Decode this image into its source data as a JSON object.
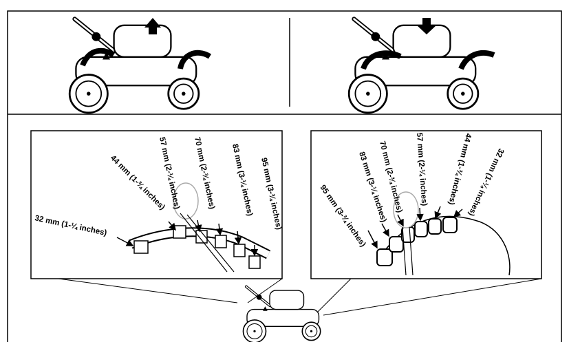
{
  "left_panel": {
    "labels": [
      "32 mm (1-¼ inches)",
      "44 mm (1-¾ inches)",
      "57 mm (2-¼ inches)",
      "70 mm (2-¾ inches)",
      "83 mm (3-¼ inches)",
      "95 mm (3-¾ inches)"
    ]
  },
  "right_panel": {
    "labels": [
      "95 mm (3-¾ inches)",
      "83 mm (3-¼ inches)",
      "70 mm (2-¾ inches)",
      "57 mm (2-¼ inches)",
      "44 mm (1-¾ inches)",
      "32 mm (1-¼ inches)"
    ]
  }
}
